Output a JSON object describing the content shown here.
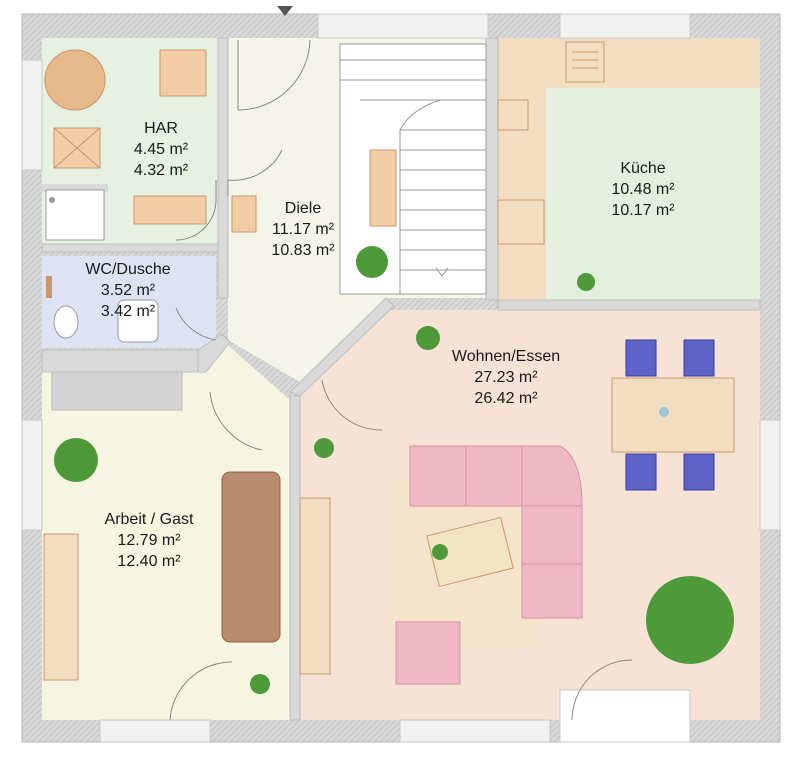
{
  "rooms": [
    {
      "id": "har",
      "name": "HAR",
      "area1": "4.45 m²",
      "area2": "4.32 m²"
    },
    {
      "id": "diele",
      "name": "Diele",
      "area1": "11.17 m²",
      "area2": "10.83 m²"
    },
    {
      "id": "kueche",
      "name": "Küche",
      "area1": "10.48 m²",
      "area2": "10.17 m²"
    },
    {
      "id": "wc",
      "name": "WC/Dusche",
      "area1": "3.52 m²",
      "area2": "3.42 m²"
    },
    {
      "id": "wohnen",
      "name": "Wohnen/Essen",
      "area1": "27.23 m²",
      "area2": "26.42 m²"
    },
    {
      "id": "arbeit",
      "name": "Arbeit / Gast",
      "area1": "12.79 m²",
      "area2": "12.40 m²"
    }
  ],
  "colors": {
    "wall": "#d9d9d9",
    "har_floor": "#e7f1e1",
    "diele_floor": "#f4f5e8",
    "kueche_floor": "#e3f0dd",
    "wc_floor": "#dde3f3",
    "wohnen_floor": "#f7e2d6",
    "arbeit_floor": "#f6f5e2",
    "sofa_pink": "#f0b8c4",
    "sofa_brown": "#b98a6c",
    "counter": "#f2ddc0",
    "chair_blue": "#5e63c8",
    "plant_green": "#4e9a3a"
  },
  "icons": [
    "north-arrow-icon",
    "plant-icon",
    "stairs-icon",
    "toilet-icon",
    "sink-icon",
    "shower-icon",
    "stove-icon"
  ]
}
